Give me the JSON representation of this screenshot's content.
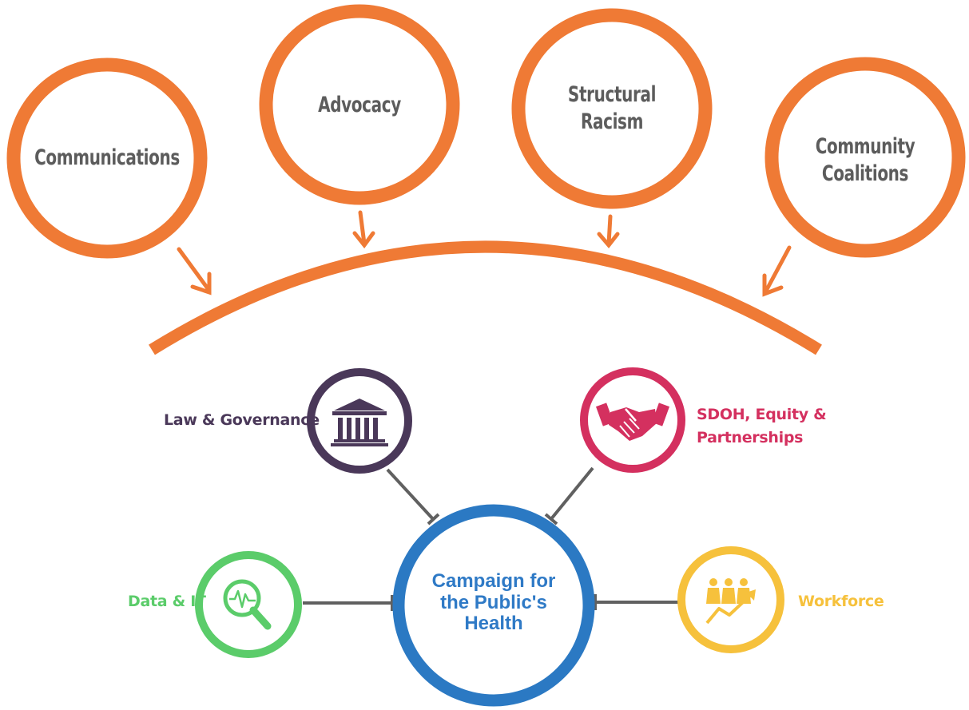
{
  "colors": {
    "orange": "#ef7a35",
    "gray_text": "#5c5c5c",
    "connector": "#606060",
    "purple": "#4a3859",
    "magenta": "#d4305f",
    "green": "#5bcc6a",
    "yellow": "#f6c13c",
    "blue": "#2b79c3"
  },
  "top_circles": [
    {
      "id": "communications",
      "label": "Communications"
    },
    {
      "id": "advocacy",
      "label": "Advocacy"
    },
    {
      "id": "structural-racism",
      "label": "Structural\nRacism"
    },
    {
      "id": "community-coalitions",
      "label": "Community\nCoalitions"
    }
  ],
  "center": {
    "label": "Campaign for\nthe Public's\nHealth"
  },
  "pillars": [
    {
      "id": "law-governance",
      "label": "Law & Governance",
      "icon": "courthouse-icon",
      "color": "#4a3859"
    },
    {
      "id": "sdoh-equity-partnerships",
      "label": "SDOH, Equity &\nPartnerships",
      "icon": "handshake-icon",
      "color": "#d4305f"
    },
    {
      "id": "data-it",
      "label": "Data & IT",
      "icon": "magnifier-pulse-icon",
      "color": "#5bcc6a"
    },
    {
      "id": "workforce",
      "label": "Workforce",
      "icon": "people-growth-icon",
      "color": "#f6c13c"
    }
  ]
}
